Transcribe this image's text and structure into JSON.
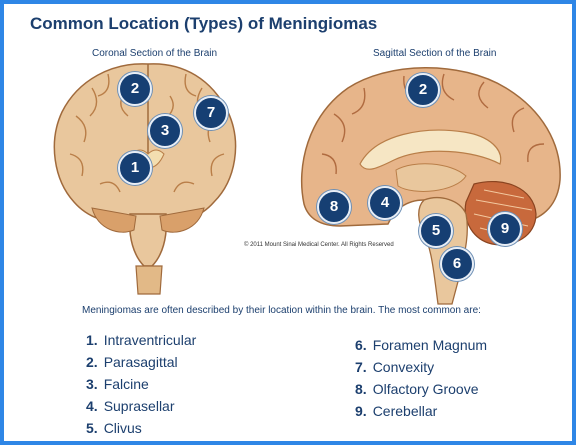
{
  "title": "Common Location (Types) of Meningiomas",
  "coronal_label": "Coronal Section of the Brain",
  "sagittal_label": "Sagittal Section of the Brain",
  "copyright": "© 2011 Mount Sinai Medical Center. All Rights Reserved",
  "intro": "Meningiomas are often described by their location within the brain. The most common are:",
  "types": [
    {
      "num": "1.",
      "label": "Intraventricular"
    },
    {
      "num": "2.",
      "label": "Parasagittal"
    },
    {
      "num": "3.",
      "label": "Falcine"
    },
    {
      "num": "4.",
      "label": "Suprasellar"
    },
    {
      "num": "5.",
      "label": "Clivus"
    },
    {
      "num": "6.",
      "label": "Foramen Magnum"
    },
    {
      "num": "7.",
      "label": "Convexity"
    },
    {
      "num": "8.",
      "label": "Olfactory Groove"
    },
    {
      "num": "9.",
      "label": "Cerebellar"
    }
  ],
  "markers": {
    "coronal": [
      "2",
      "7",
      "3",
      "1"
    ],
    "sagittal": [
      "2",
      "8",
      "4",
      "5",
      "9",
      "6"
    ]
  },
  "colors": {
    "border": "#2e86e6",
    "title": "#1c3f6e",
    "marker": "#163f73",
    "brain_tissue": "#e9c79d",
    "brain_outline": "#a06a3c",
    "cerebellum": "#c8693c",
    "ventricle": "#f3deb0"
  }
}
